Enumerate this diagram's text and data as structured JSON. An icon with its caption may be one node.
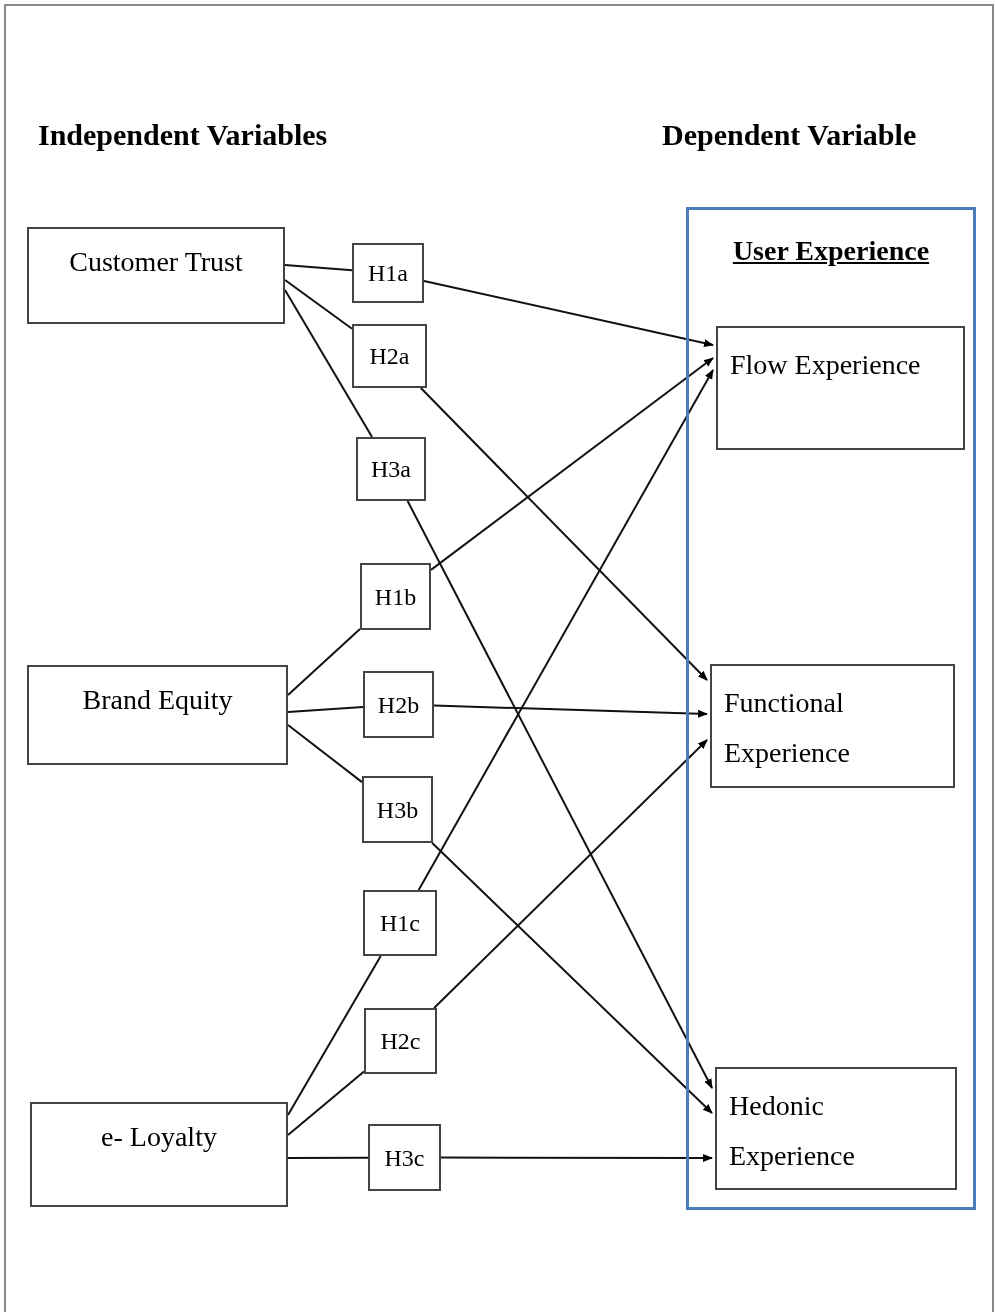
{
  "diagram": {
    "nodes": [
      {
        "text": [
          "Customer Trust"
        ]
      },
      {
        "text": [
          "Brand Equity"
        ]
      },
      {
        "text": [
          "e- Loyalty"
        ]
      },
      {
        "text": [
          "User Experience"
        ]
      },
      {
        "text": [
          "Flow Experience"
        ],
        "in": 3
      },
      {
        "text": [
          "Functional Experience"
        ],
        "in": 3
      },
      {
        "text": [
          "Hedonic Experience"
        ],
        "in": 3
      },
      {
        "text": [
          "H1a"
        ]
      },
      {
        "text": [
          "H2a"
        ]
      },
      {
        "text": [
          "H3a"
        ]
      },
      {
        "text": [
          "H1b"
        ]
      },
      {
        "text": [
          "H2b"
        ]
      },
      {
        "text": [
          "H3b"
        ]
      },
      {
        "text": [
          "H1c"
        ]
      },
      {
        "text": [
          "H2c"
        ]
      },
      {
        "text": [
          "H3c"
        ]
      }
    ],
    "edges": [
      {
        "from": 0,
        "to": 7,
        "arrow": "none"
      },
      {
        "from": 7,
        "to": 4,
        "arrow": "to"
      },
      {
        "from": 0,
        "to": 8,
        "arrow": "none"
      },
      {
        "from": 8,
        "to": 5,
        "arrow": "to"
      },
      {
        "from": 0,
        "to": 9,
        "arrow": "none"
      },
      {
        "from": 9,
        "to": 6,
        "arrow": "to"
      },
      {
        "from": 1,
        "to": 10,
        "arrow": "none"
      },
      {
        "from": 10,
        "to": 4,
        "arrow": "to"
      },
      {
        "from": 1,
        "to": 11,
        "arrow": "none"
      },
      {
        "from": 11,
        "to": 5,
        "arrow": "to"
      },
      {
        "from": 1,
        "to": 12,
        "arrow": "none"
      },
      {
        "from": 12,
        "to": 6,
        "arrow": "to"
      },
      {
        "from": 2,
        "to": 13,
        "arrow": "none"
      },
      {
        "from": 13,
        "to": 4,
        "arrow": "to"
      },
      {
        "from": 2,
        "to": 14,
        "arrow": "none"
      },
      {
        "from": 14,
        "to": 5,
        "arrow": "to"
      },
      {
        "from": 2,
        "to": 15,
        "arrow": "none"
      },
      {
        "from": 15,
        "to": 6,
        "arrow": "to"
      }
    ],
    "labels": [
      "Independent Variables",
      "Dependent Variable"
    ]
  }
}
